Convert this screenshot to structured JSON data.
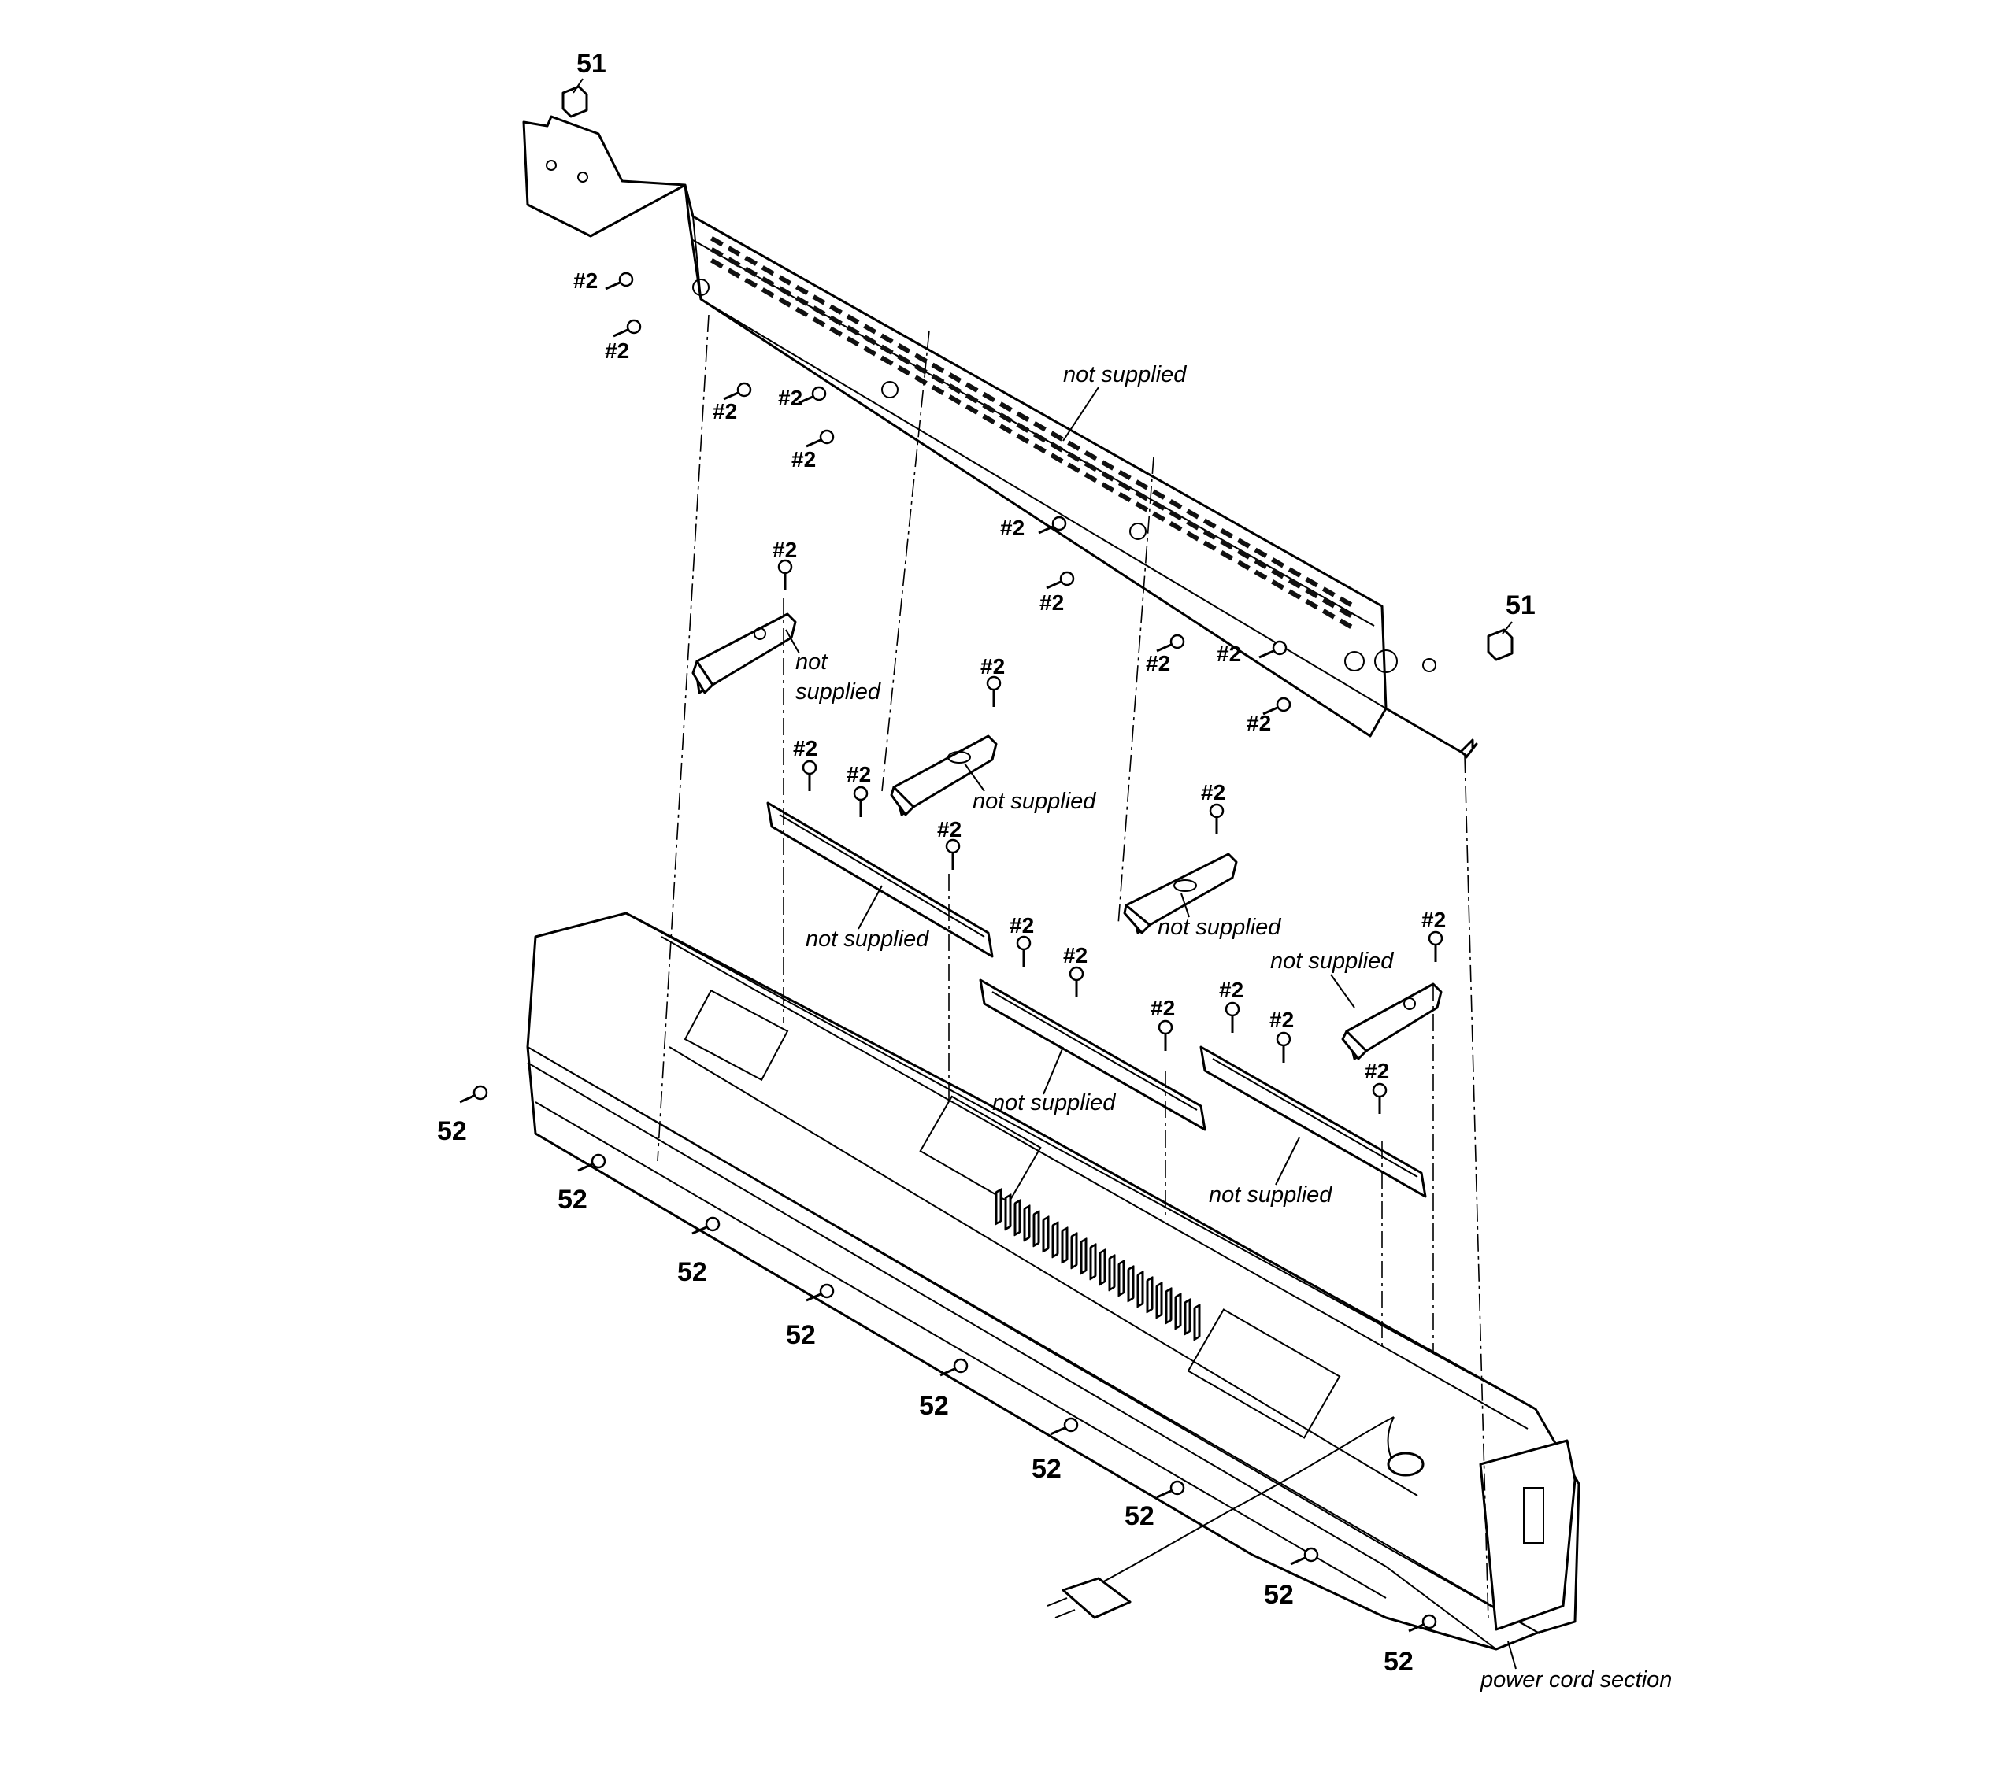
{
  "labels": {
    "part_51": "51",
    "part_52": "52",
    "screw_2": "#2",
    "not_supplied": "not supplied",
    "not": "not",
    "supplied": "supplied",
    "power_cord_section": "power cord section"
  },
  "colors": {
    "ink": "#000000",
    "paper": "#ffffff"
  }
}
